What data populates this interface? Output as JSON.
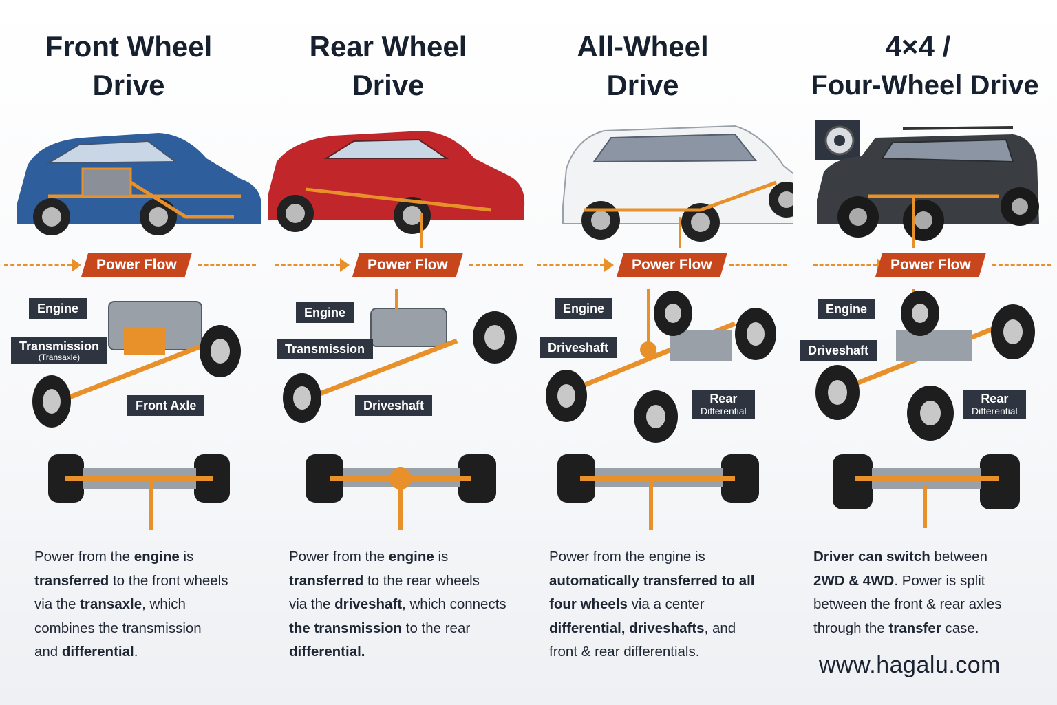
{
  "columns": [
    {
      "id": "fwd",
      "title_line1": "Front Wheel",
      "title_line2": "Drive",
      "flow_label": "Power Flow",
      "car_color": "#2f5e9c",
      "labels": {
        "engine": "Engine",
        "transmission": "Transmission",
        "transmission_sub": "(Transaxle)",
        "axle": "Front Axle"
      },
      "desc": [
        [
          "Power from the ",
          "engine",
          " is"
        ],
        [
          "",
          "transferred",
          " to the front wheels"
        ],
        [
          "via the ",
          "transaxle",
          ", which"
        ],
        [
          "combines the transmission",
          "",
          ""
        ],
        [
          "and ",
          "differential",
          "."
        ]
      ]
    },
    {
      "id": "rwd",
      "title_line1": "Rear Wheel",
      "title_line2": "Drive",
      "flow_label": "Power Flow",
      "car_color": "#c0262a",
      "labels": {
        "engine": "Engine",
        "transmission": "Transmission",
        "driveshaft": "Driveshaft"
      },
      "desc": [
        [
          "Power from the ",
          "engine",
          " is"
        ],
        [
          "",
          "transferred",
          " to the rear wheels"
        ],
        [
          "via the ",
          "driveshaft",
          ", which connects"
        ],
        [
          "",
          "the transmission",
          " to the rear"
        ],
        [
          "",
          "differential.",
          ""
        ]
      ]
    },
    {
      "id": "awd",
      "title_line1": "All-Wheel",
      "title_line2": "Drive",
      "flow_label": "Power Flow",
      "car_color": "#f2f3f5",
      "labels": {
        "engine": "Engine",
        "driveshaft": "Driveshaft",
        "rear_diff_1": "Rear",
        "rear_diff_2": "Differential"
      },
      "desc": [
        [
          "Power from the engine is",
          "",
          ""
        ],
        [
          "",
          "automatically transferred to all",
          ""
        ],
        [
          "",
          "four wheels",
          " via a center"
        ],
        [
          "",
          "differential, driveshafts",
          ", and"
        ],
        [
          "front & rear differentials.",
          "",
          ""
        ]
      ]
    },
    {
      "id": "4x4",
      "title_line1": "4×4 /",
      "title_line2": "Four-Wheel Drive",
      "flow_label": "Power Flow",
      "car_color": "#3a3d42",
      "labels": {
        "engine": "Engine",
        "driveshaft": "Driveshaft",
        "rear_diff_1": "Rear",
        "rear_diff_2": "Differential"
      },
      "desc": [
        [
          "",
          "Driver can switch",
          " between"
        ],
        [
          "",
          "2WD & 4WD",
          ". Power is split"
        ],
        [
          "between the front & rear axles",
          "",
          ""
        ],
        [
          "through the ",
          "transfer",
          " case."
        ]
      ]
    }
  ],
  "footer": {
    "url": "www.hagalu.com"
  },
  "colors": {
    "accent_orange": "#e8902a",
    "badge_red": "#c8461c",
    "label_dark": "#2f3540"
  }
}
